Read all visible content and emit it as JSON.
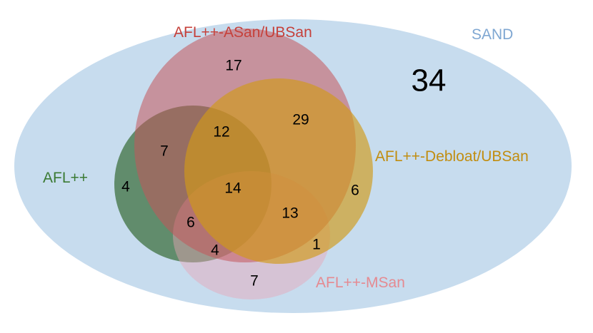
{
  "sets": [
    {
      "id": "sand",
      "label": "SAND",
      "fill": "#c7dcee",
      "opacity": 1,
      "label_color": "#7fa7d2"
    },
    {
      "id": "afl",
      "label": "AFL++",
      "fill": "#3f7240",
      "opacity": 0.75,
      "label_color": "#3b7a33"
    },
    {
      "id": "asan",
      "label": "AFL++-ASan/UBSan",
      "fill": "#c4565b",
      "opacity": 0.55,
      "label_color": "#c6403a"
    },
    {
      "id": "debloat",
      "label": "AFL++-Debloat/UBSan",
      "fill": "#d19a17",
      "opacity": 0.65,
      "label_color": "#c18d10"
    },
    {
      "id": "msan",
      "label": "AFL++-MSan",
      "fill": "#e8a3b6",
      "opacity": 0.45,
      "label_color": "#e58a91"
    }
  ],
  "regions": [
    {
      "id": "sand-only",
      "value": "34"
    },
    {
      "id": "asan-only",
      "value": "17"
    },
    {
      "id": "asan-debloat",
      "value": "29"
    },
    {
      "id": "afl-asan",
      "value": "7"
    },
    {
      "id": "afl-asan-debloat",
      "value": "12"
    },
    {
      "id": "afl-only",
      "value": "4"
    },
    {
      "id": "all-four",
      "value": "14"
    },
    {
      "id": "debloat-only",
      "value": "6"
    },
    {
      "id": "asan-debloat-msan",
      "value": "13"
    },
    {
      "id": "afl-asan-msan",
      "value": "6"
    },
    {
      "id": "asan-msan",
      "value": "4"
    },
    {
      "id": "debloat-msan",
      "value": "1"
    },
    {
      "id": "msan-only",
      "value": "7"
    }
  ]
}
